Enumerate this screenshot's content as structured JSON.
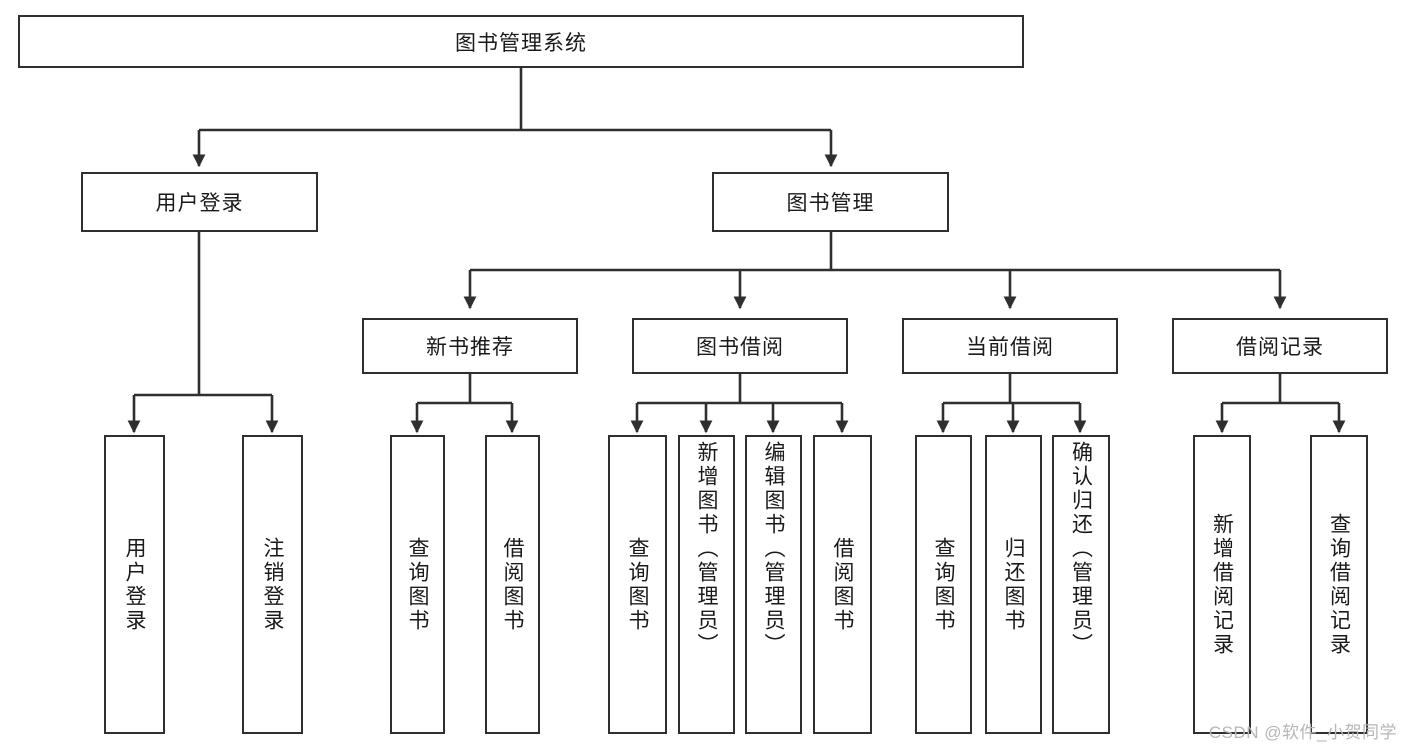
{
  "diagram": {
    "type": "tree",
    "title": "图书管理系统",
    "orientation": "top-down",
    "levels": 4,
    "colors": {
      "box_border": "#2f2f2f",
      "box_fill": "#ffffff",
      "line": "#2f2f2f",
      "text": "#1a1a1a",
      "watermark": "#b6b6b6"
    },
    "root": {
      "label": "图书管理系统"
    },
    "level2": [
      {
        "label": "用户登录"
      },
      {
        "label": "图书管理"
      }
    ],
    "level3": [
      {
        "label": "新书推荐"
      },
      {
        "label": "图书借阅"
      },
      {
        "label": "当前借阅"
      },
      {
        "label": "借阅记录"
      }
    ],
    "leaves": {
      "user_login": [
        {
          "label": "用户登录"
        },
        {
          "label": "注销登录"
        }
      ],
      "new_book": [
        {
          "label": "查询图书"
        },
        {
          "label": "借阅图书"
        }
      ],
      "book_borrow": [
        {
          "label": "查询图书"
        },
        {
          "label": "新增图书（管理员）"
        },
        {
          "label": "编辑图书（管理员）"
        },
        {
          "label": "借阅图书"
        }
      ],
      "current_borrow": [
        {
          "label": "查询图书"
        },
        {
          "label": "归还图书"
        },
        {
          "label": "确认归还（管理员）"
        }
      ],
      "borrow_record": [
        {
          "label": "新增借阅记录"
        },
        {
          "label": "查询借阅记录"
        }
      ]
    }
  },
  "watermark": {
    "text": "CSDN @软件_小贺同学"
  }
}
